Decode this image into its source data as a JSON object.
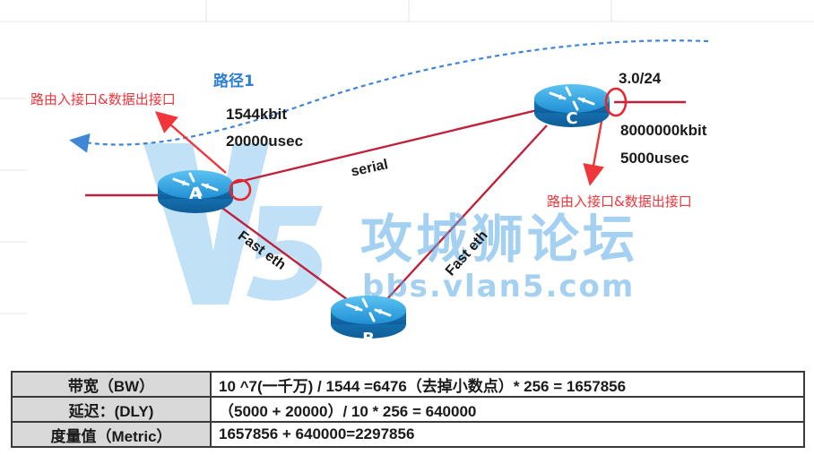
{
  "diagram": {
    "path_label": "路径1",
    "left_note": "路由入接口&数据出接口",
    "right_note": "路由入接口&数据出接口",
    "ac_bandwidth": "1544kbit",
    "ac_delay": "20000usec",
    "network_label": "3.0/24",
    "c_bandwidth": "8000000kbit",
    "c_delay": "5000usec",
    "link_ac": "serial",
    "link_ab": "Fast eth",
    "link_bc": "Fast eth",
    "router_a": "A",
    "router_b": "B",
    "router_c": "C"
  },
  "watermark": {
    "title": "攻城狮论坛",
    "url": "bbs.vlan5.com"
  },
  "table": {
    "rows": [
      {
        "label": "带宽（BW）",
        "value": "10 ^7(一千万) /  1544 =6476（去掉小数点）* 256 = 1657856"
      },
      {
        "label": "延迟：(DLY)",
        "value": "（5000 + 20000）/ 10  * 256 = 640000"
      },
      {
        "label": "度量值（Metric）",
        "value": "1657856 + 640000=2297856"
      }
    ]
  },
  "colors": {
    "router_blue": "#1f8fd4",
    "link_red": "#c0203a",
    "note_red": "#f0353b",
    "path_blue": "#3f86d6"
  }
}
